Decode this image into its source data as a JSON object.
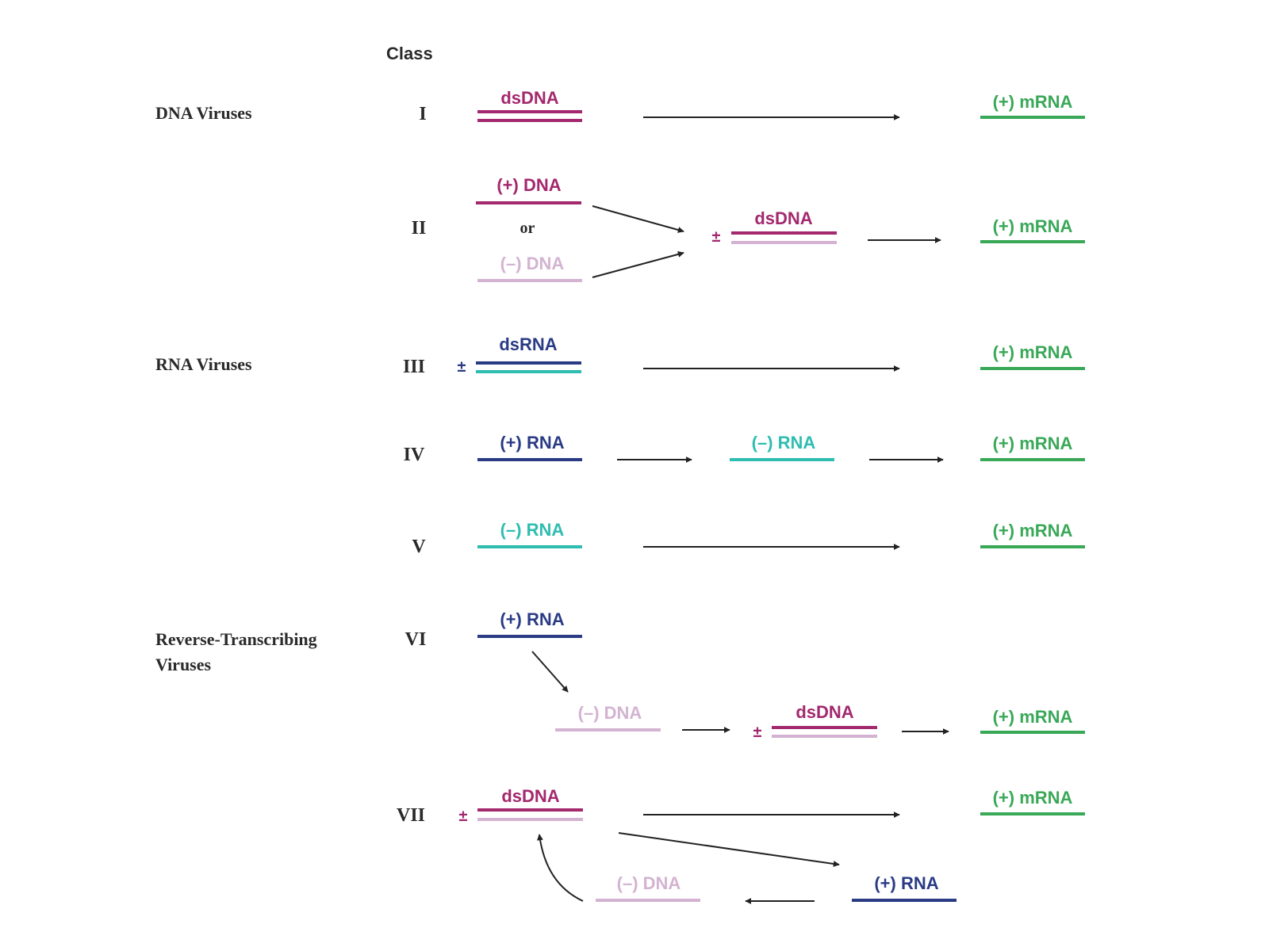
{
  "header": "Class",
  "colors": {
    "dna_plus": "#a3286e",
    "dna_minus": "#d3b3d1",
    "rna_plus": "#2a3b86",
    "rna_minus": "#2ebdb0",
    "mrna": "#39a857",
    "arrow": "#222222"
  },
  "groups": {
    "dna": "DNA Viruses",
    "rna": "RNA Viruses",
    "rt_line1": "Reverse-Transcribing",
    "rt_line2": "Viruses"
  },
  "classes": {
    "c1": "I",
    "c2": "II",
    "c3": "III",
    "c4": "IV",
    "c5": "V",
    "c6": "VI",
    "c7": "VII"
  },
  "labels": {
    "dsdna": "dsDNA",
    "dsrna": "dsRNA",
    "plus_dna": "(+) DNA",
    "minus_dna": "(–) DNA",
    "plus_rna": "(+) RNA",
    "minus_rna": "(–) RNA",
    "mrna": "(+) mRNA",
    "or": "or",
    "pm": "±"
  }
}
